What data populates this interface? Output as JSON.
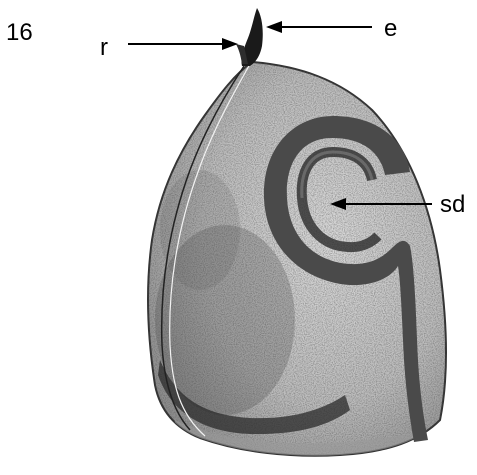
{
  "figure": {
    "number": "16",
    "labels": {
      "r": "r",
      "e": "e",
      "sd": "sd"
    }
  }
}
